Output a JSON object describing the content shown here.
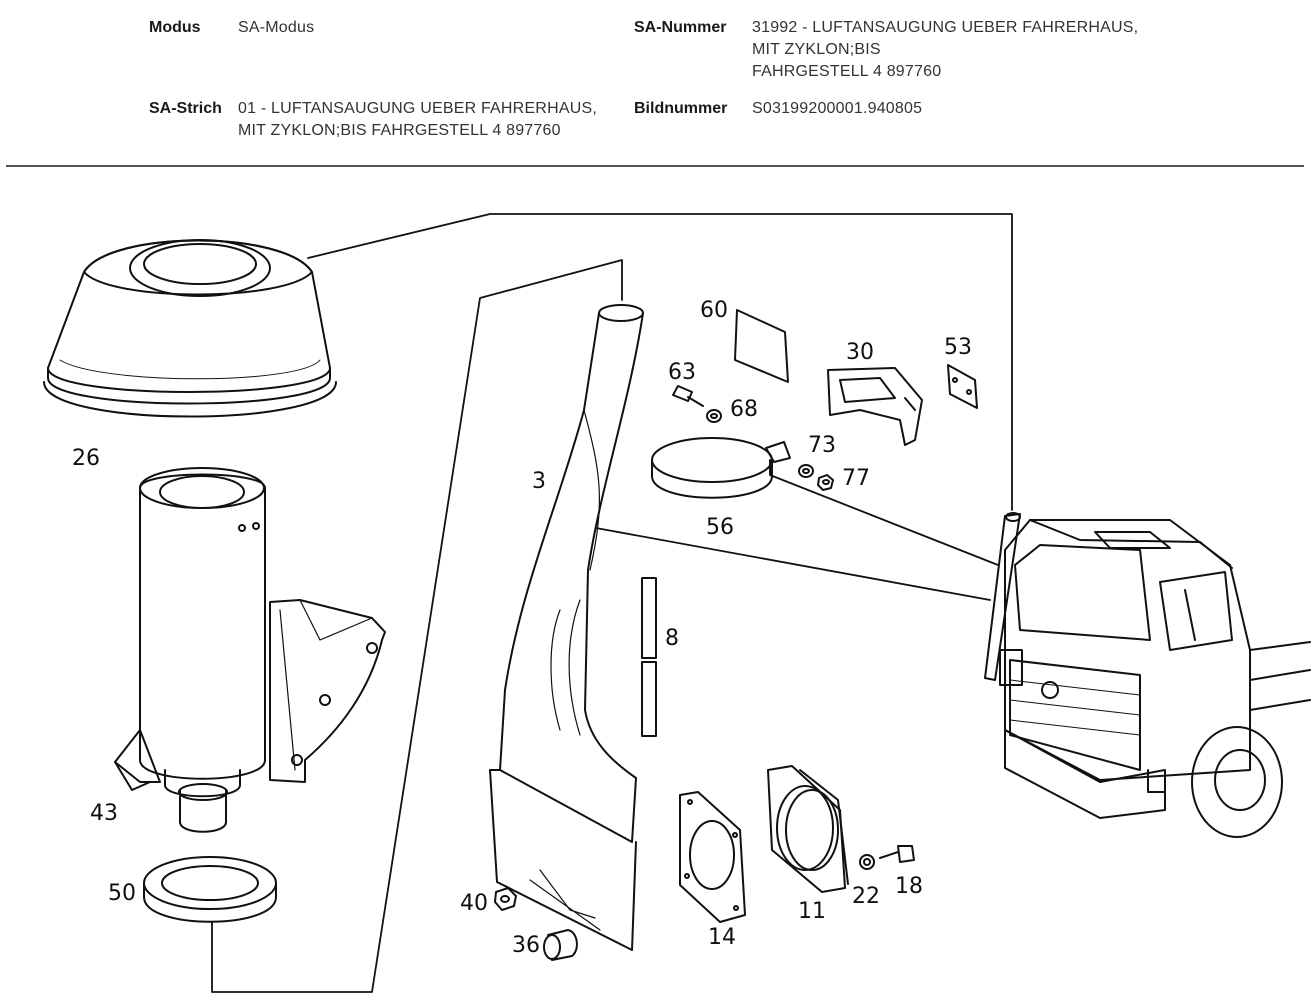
{
  "header": {
    "modus_label": "Modus",
    "modus_value": "SA-Modus",
    "sa_nummer_label": "SA-Nummer",
    "sa_nummer_lines": [
      "31992 - LUFTANSAUGUNG UEBER FAHRERHAUS,",
      "MIT ZYKLON;BIS",
      "FAHRGESTELL 4 897760"
    ],
    "sa_strich_label": "SA-Strich",
    "sa_strich_lines": [
      "01 - LUFTANSAUGUNG UEBER FAHRERHAUS,",
      "MIT ZYKLON;BIS FAHRGESTELL 4 897760"
    ],
    "bildnummer_label": "Bildnummer",
    "bildnummer_value": "S03199200001.940805"
  },
  "diagram": {
    "parts": {
      "p26": "26",
      "p43": "43",
      "p50": "50",
      "p3": "3",
      "p60": "60",
      "p63": "63",
      "p68": "68",
      "p30": "30",
      "p53": "53",
      "p73": "73",
      "p77": "77",
      "p56": "56",
      "p8": "8",
      "p40": "40",
      "p36": "36",
      "p14": "14",
      "p11": "11",
      "p22": "22",
      "p18": "18"
    }
  }
}
